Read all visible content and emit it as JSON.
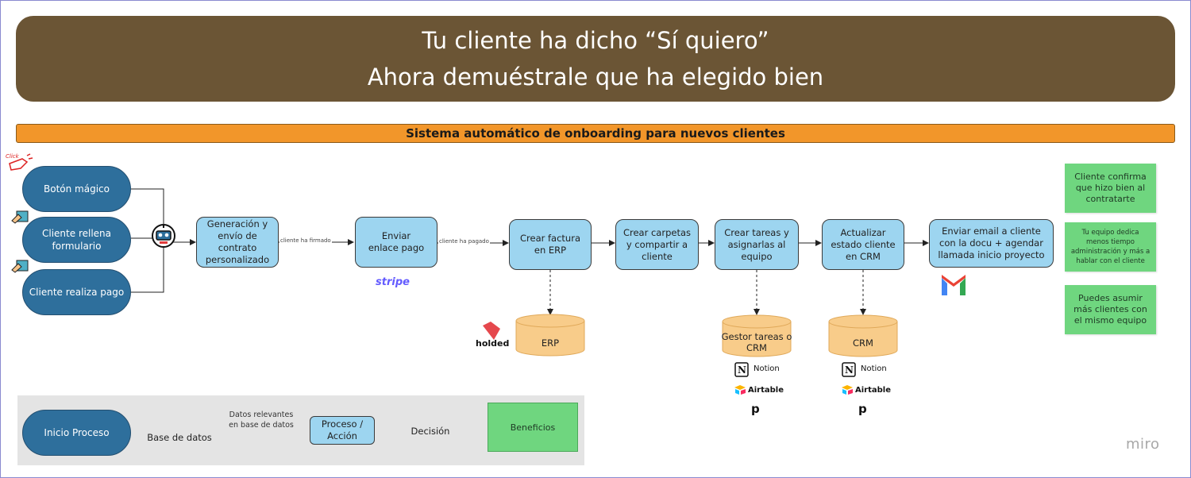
{
  "header": {
    "title_line1": "Tu cliente ha dicho “Sí quiero”",
    "title_line2": "Ahora demuéstrale que ha elegido bien"
  },
  "subheader": "Sistema automático de onboarding para nuevos clientes",
  "triggers": [
    {
      "label": "Botón mágico"
    },
    {
      "label": "Cliente rellena formulario"
    },
    {
      "label": "Cliente realiza pago"
    }
  ],
  "click_sticker": "Click",
  "processes": [
    {
      "label": "Generación y envío de contrato personalizado"
    },
    {
      "label": "Enviar enlace pago"
    },
    {
      "label": "Crear factura en ERP"
    },
    {
      "label": "Crear carpetas y compartir a cliente"
    },
    {
      "label": "Crear tareas y asignarlas al equipo"
    },
    {
      "label": "Actualizar estado cliente en CRM"
    },
    {
      "label": "Enviar email a cliente con la docu + agendar llamada inicio proyecto"
    }
  ],
  "edge_labels": {
    "signed": "cliente ha firmado",
    "paid": "cliente ha pagado"
  },
  "databases": [
    {
      "label": "ERP"
    },
    {
      "label": "Gestor tareas o CRM"
    },
    {
      "label": "CRM"
    }
  ],
  "tools": {
    "stripe": "stripe",
    "holded": "holded",
    "notion": "Notion",
    "airtable": "Airtable",
    "pipedrive": "p"
  },
  "benefits": [
    {
      "label": "Cliente confirma que hizo bien al contratarte"
    },
    {
      "label": "Tu equipo dedica menos tiempo administración y más a hablar con el cliente"
    },
    {
      "label": "Puedes asumir más clientes con el mismo equipo"
    }
  ],
  "legend": {
    "start": "Inicio Proceso",
    "database": "Base de datos",
    "data": "Datos relevantes en base de datos",
    "process": "Proceso / Acción",
    "decision": "Decisión",
    "benefit": "Beneficios"
  },
  "watermark": "miro",
  "colors": {
    "banner": "#6b5535",
    "subbar": "#f2962a",
    "start": "#2e6f9c",
    "process": "#9dd5f0",
    "database": "#f8cc8a",
    "benefit": "#6fd67f",
    "data": "#d7cff2"
  }
}
